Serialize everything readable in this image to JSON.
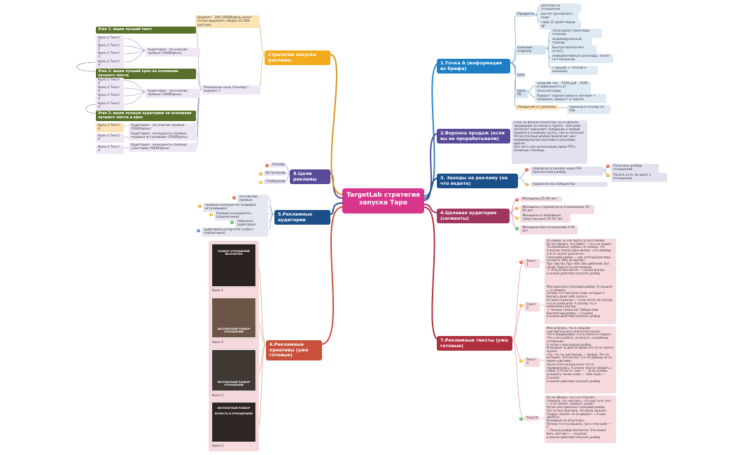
{
  "central": "TargetLab стратегия запуска Таро",
  "branches": {
    "b1": "1.Точка А (информация из брифа)",
    "b2": "2.Воронка продаж (если вы ее прорабатывали)",
    "b3": "3. Заходы на рекламу (на что ведете)",
    "b4": "4.Целевая аудитория (сегменты)",
    "b5": "5.Рекламные аудитории",
    "b6": "6.Рекламные креативы (уже готовые)",
    "b7": "7.Рекламные тексты (уже готовые)",
    "b8": "8.Цели рекламы",
    "strat": "Стратегия запуска рекламы"
  },
  "b1": {
    "products": "Продукты",
    "p1": "расклад на отношения",
    "p2": "расчет денежного кода",
    "p3": "гайд 12 дней перед др",
    "strong": "Сильные стороны",
    "s1": "записывает расклады голосом",
    "s2": "индивидуальный подход",
    "s3": "Быстро выполняет услугу",
    "s4": "информативные расклады, после нет вопросов",
    "s5": "с душой, с теплой к каждому",
    "prices": "Цены",
    "goal": "Цель РК",
    "g1": "средний чек - 1500 руб - 3500 в зависимости от консультации",
    "g2": "Прирост подписчиков в сенлере + продажи, прирост в группе",
    "expect": "Ожидания от рекламы",
    "e1": "переход в сенлер по 50р"
  },
  "b2": {
    "text": "я как не делала полностью, но я сделала продающие на сенлер в группе - прогреве, затем бот присылает сообщение о пройдя перейти в основную группу, там он получает ПН бесплатный разбор предлагает уже индивидуальные расклады и расклады другие.\nмоя часть про организацию ориан ПП и основную страницу."
  },
  "b3": {
    "a1": "подписка в сенлер через ПН бесплатный разбор",
    "a1a": "Получить разбор отношений",
    "a1b": "Узнать есть ли шанс у отношения",
    "a2": "подписка на сообщество"
  },
  "b4": {
    "c1": "Женщины 25-50 лет",
    "c2": "Женщины с кризисом в отношениях 25-50 лет",
    "c3": "Женщины в любовном треугольнике 25-50 лет",
    "c4": "Женщины без отношений 2-50 лет"
  },
  "b5": {
    "a1": "по ключам прямые",
    "a2": "прямые конкуренты (недавно вступившие)",
    "a3": "Прямые конкуренты (подписчики)",
    "a4": "Широкая аудитория",
    "a5": "аудитория ретаргета (собаст подписчики)"
  },
  "b6": {
    "k1": "Крео 1",
    "k2": "Крео 2",
    "k3": "Крео 3",
    "k4": "Крео 4",
    "i1": "РАЗБОР ОТНОШЕНИЙ БЕСПЛАТНО",
    "i2": "БЕСПЛАТНЫЙ РАЗБОР ОТНОШЕНИЙ",
    "i3": "БЕСПЛАТНЫЙ РАЗБОР ОТНОШЕНИЙ",
    "i4": "БЕСПЛАТНЫЙ РАЗБОР\n\nЯСНОСТЬ В ОТНОШЕНИЯХ"
  },
  "b7": {
    "t1": "Текст 1",
    "t2": "Текст 2",
    "t3": "Текст 3",
    "t4": "Текст4",
    "x1": "Он рядом, но как будто на расстоянии.\nОн не говорит, что любит — но и не уходит.\nТы держишься, ждёшь, не знаешь, что\nА внутри только один вопрос: «Это вообще что-то значит для него?»\nГолосовой разбор — как честный разговор, которого тебе не хватает.\nПро чувства. Про тебя. Без шаблонов. Без магии. Просто по-настоящему.\n🔻 Получи бесплатно — ссылка внутри\nв кнопке действия получить разбор",
    "x2": "Мне прислали голосовой разбор. Я слушала — и плакала.\nПотому что там были слова, которые я боялась даже себе сказать.\nИ самое странное — стало легче. Не потому что он изменился. А потому что я изменилась внутри.\n🔻 Хочешь также же? Забери свой бесплатный разбор — [ссылка]\nв кнопке действия получить разбор",
    "x3": "Мне казалось, что я слишком чувствительная и впечатлительная.\nЧто я придумываю, что он меня не слышит. Что у него работа, усталость, служебные отношения.\nА потом я прослушала разбор.\nИ впервые за долгое время кто-то не просто сказал:\n«Ты, что ты чувствуешь — правда. Это не истерика. Это сигнал, что ты живешь не по своим чувствам».\nпосле этого внутри меня что-то перевернулось. Я начала честно говорить с собой, а потом и с ним — ... Если хочешь услышать также слова — тебе сюда → [ссылка]\nв кнопке действия получить разбор",
    "x4": "Он не обещал, но и не отпускал.\nЯ верила, что «вот-вот», что ещё чуть-чуть — и он скажет, выберет, решит.\nПотом мне прислали голосовой разбор.\nЭто не был приговор. Это было зеркало.\nЯ вдруг поняла: не он держит — я сама держусь.\nИ впервые не испугалась.\nПотому что я услышала, где в этом всём — я.\n— Получи разбор бесплатно. Это может быть «вот-вот» — [ссылка]\nв кнопке действия получить разбор"
  },
  "b8": {
    "g1": "Сенлер",
    "g2": "Вступления",
    "g3": "Сообщения"
  },
  "strat": {
    "budget": "Бюджет - 300-1000₽/день хочет потом выделить общее 15 000 руб./мес",
    "goal": "Рекламная цель (Сенлер) - вариант 1",
    "st1": "Этап 1: ищем лучший текст",
    "st2": "Этап 2: ищем лучший крео на основании лучшего текста",
    "st3": "Этап 2: ищем лучшую аудиторию на основании лучшего текста и крео",
    "aud1": "Аудитория - по ключам прямые (500₽/день)",
    "aud2": "Аудитория - по ключам прямые (500₽/день)",
    "k11": "Крео 1 Текст 1",
    "k12": "Крео 1 Текст 2",
    "k13": "Крео 1 Текст 3",
    "k14": "Крео 1 Текст 4",
    "k21": "Крео 1 Текст 4",
    "k22": "Крео 2 Текст 4",
    "k23": "Крео 3 Текст 4",
    "k24": "Крео 4 Текст 4",
    "k31": "Крео 3 Текст 4",
    "k32": "Крео 3 Текст 4",
    "k33": "Крео 3 Текст 4",
    "a31": "Аудитория - по ключам прямые (500₽/день)",
    "a32": "Аудитория - конкуренты прямые недавно вступившие (500₽/день)",
    "a33": "Аудитория - конкуренты прямые участники (500₽/день)"
  }
}
